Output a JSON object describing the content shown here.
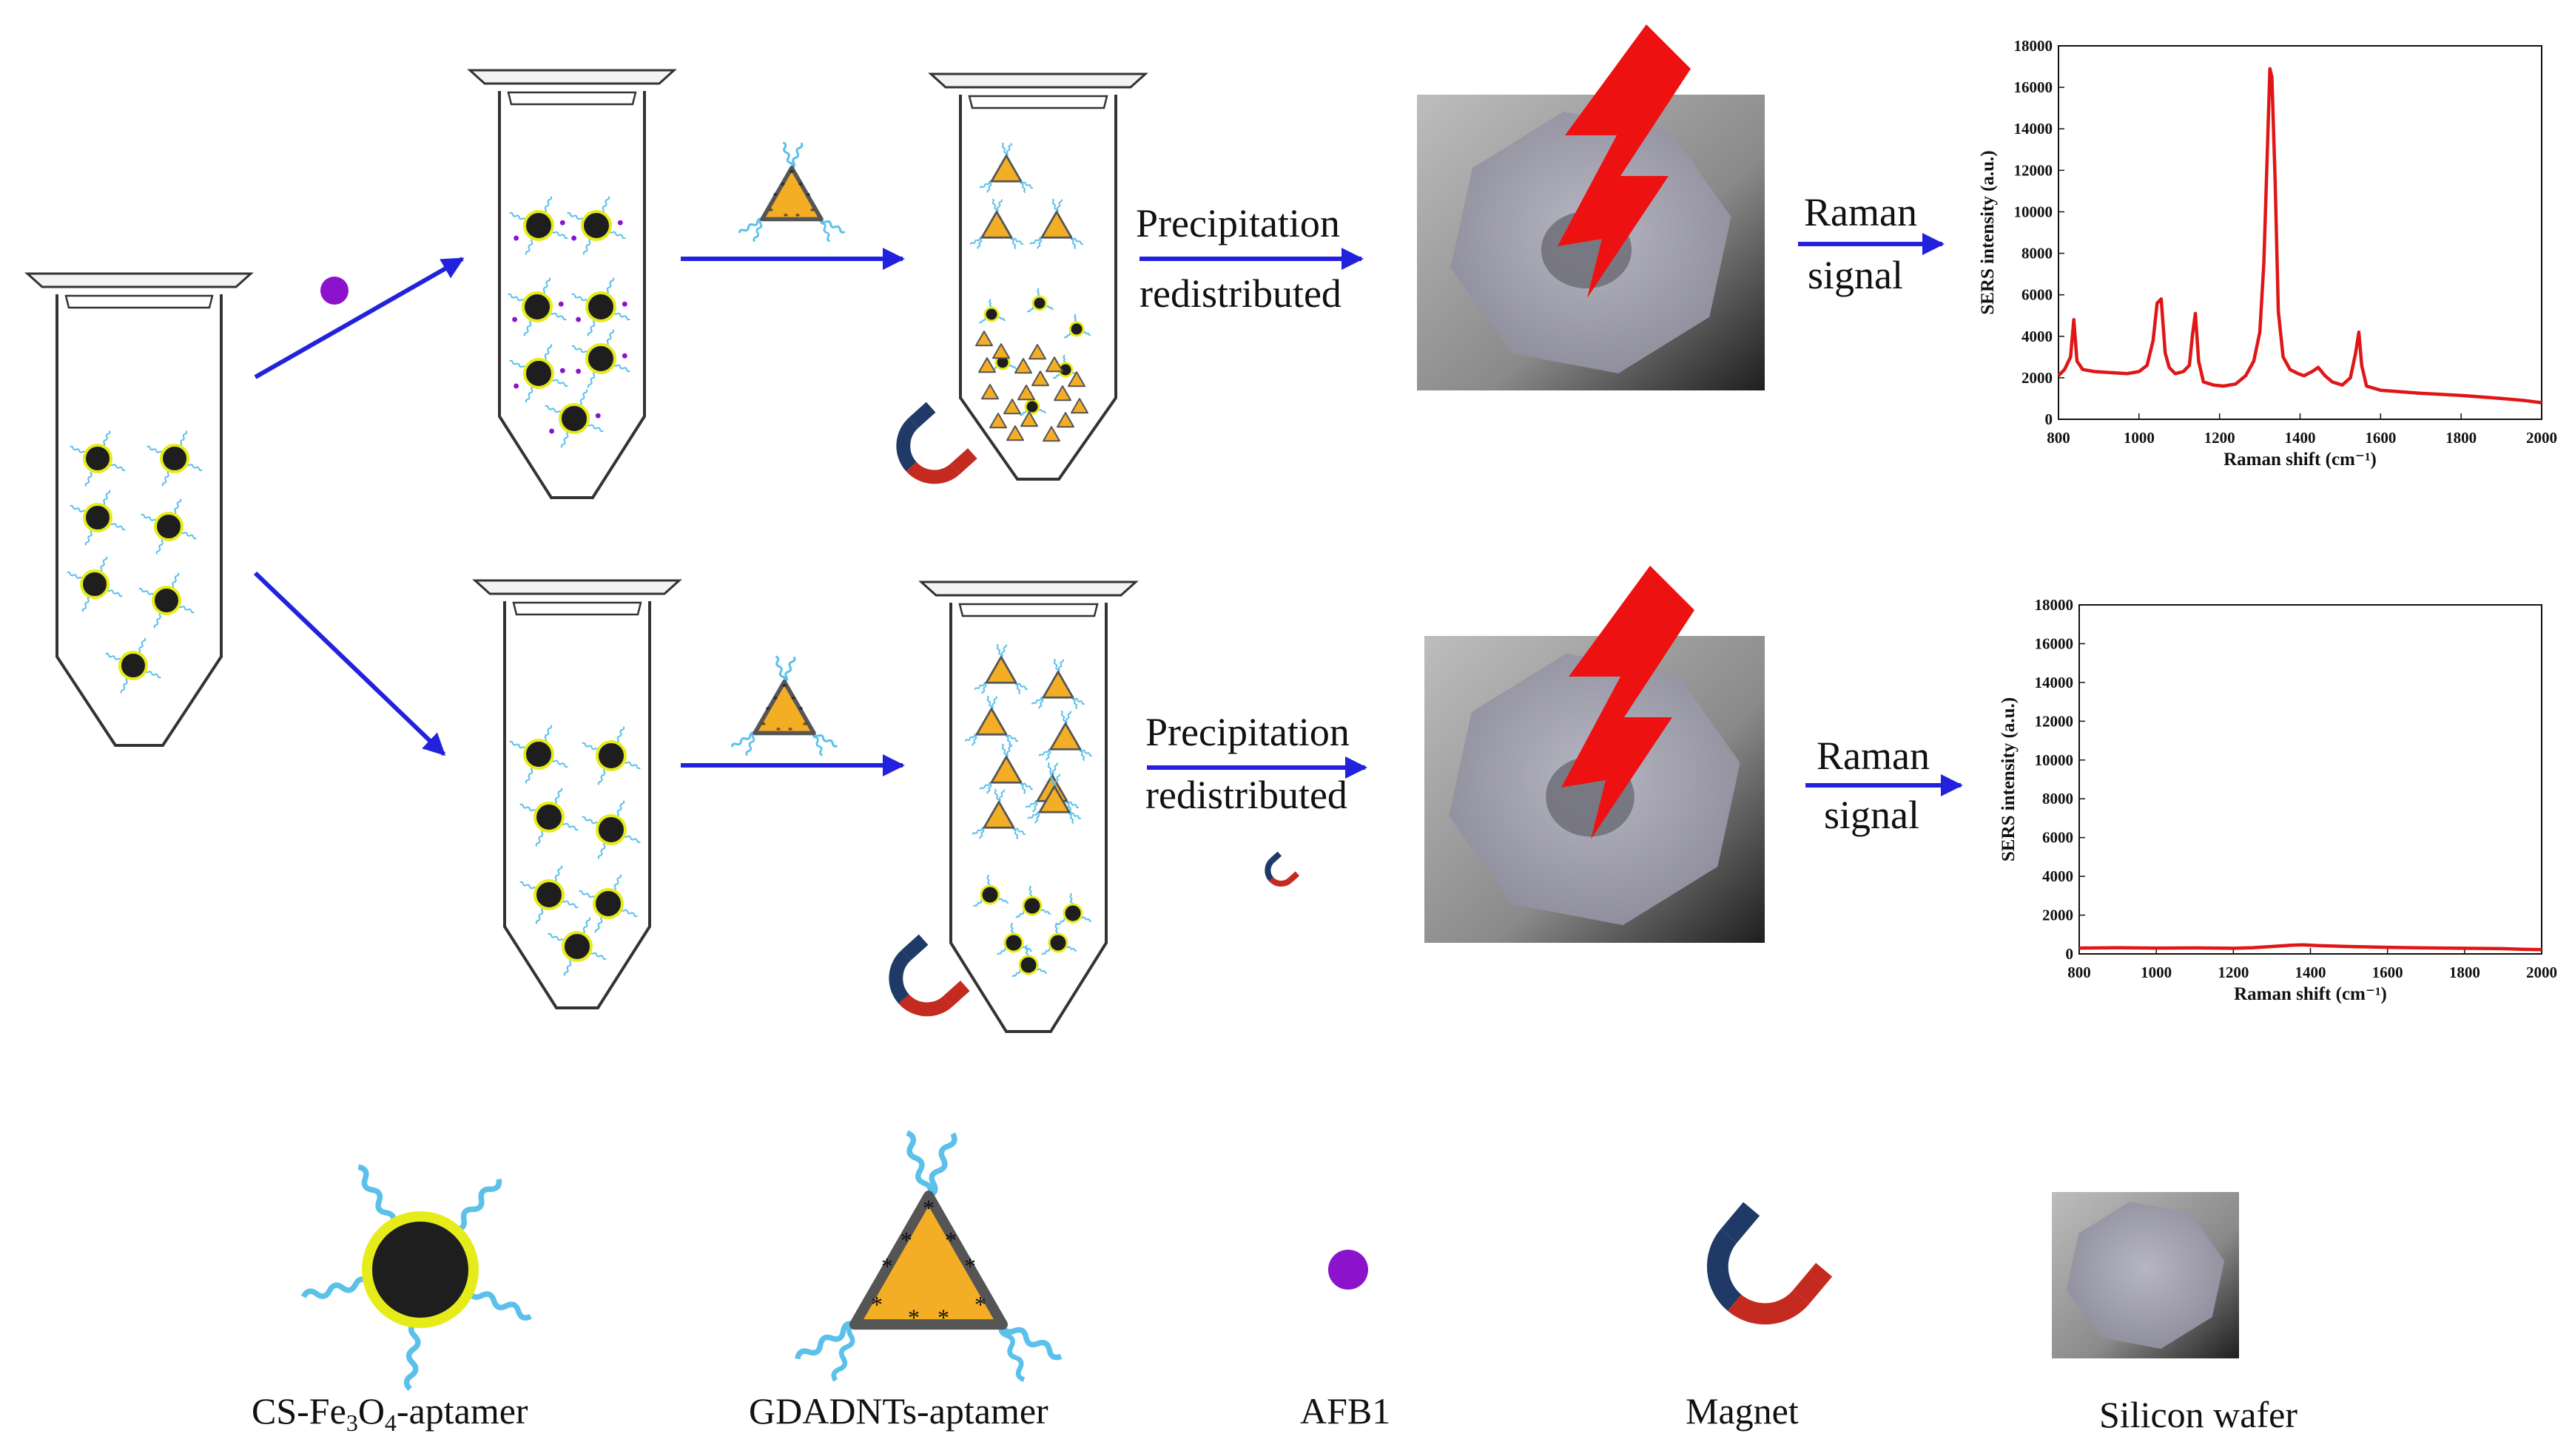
{
  "labels": {
    "precipitation": "Precipitation",
    "redistributed": "redistributed",
    "raman": "Raman",
    "signal": "signal"
  },
  "legend": [
    {
      "id": "cs-fe3o4-aptamer",
      "parts": [
        "CS-Fe",
        "3",
        "O",
        "4",
        "-aptamer"
      ]
    },
    {
      "id": "gdadnts-aptamer",
      "label": "GDADNTs-aptamer"
    },
    {
      "id": "afb1",
      "label": "AFB1"
    },
    {
      "id": "magnet",
      "label": "Magnet"
    },
    {
      "id": "silicon-wafer",
      "label": "Silicon wafer"
    }
  ],
  "colors": {
    "arrow": "#2222dd",
    "particle_core": "#1e1e1e",
    "particle_shell": "#e6ec1a",
    "aptamer_strand": "#5bc0ea",
    "triangle_fill": "#f4ae25",
    "triangle_edge": "#555555",
    "raman_reporter": "#e51c1c",
    "afb1": "#8c12cc",
    "magnet_blue": "#1f3a66",
    "magnet_red": "#c42a20",
    "lightning": "#ee1111",
    "spectrum": "#e01616",
    "wafer": "#9b9aa8"
  },
  "icons": [
    "lightning-icon",
    "magnet-icon",
    "silicon-wafer-icon",
    "afb1-dot-icon"
  ],
  "chart_data": [
    {
      "type": "line",
      "panel": "with-afb1",
      "xlabel": "Raman shift (cm⁻¹)",
      "ylabel": "SERS intensity (a.u.)",
      "xlim": [
        800,
        2000
      ],
      "ylim": [
        0,
        18000
      ],
      "xticks": [
        800,
        1000,
        1200,
        1400,
        1600,
        1800,
        2000
      ],
      "yticks": [
        0,
        2000,
        4000,
        6000,
        8000,
        10000,
        12000,
        14000,
        16000,
        18000
      ],
      "series": [
        {
          "x": [
            800,
            815,
            830,
            838,
            846,
            860,
            890,
            930,
            970,
            1000,
            1020,
            1035,
            1045,
            1055,
            1065,
            1075,
            1090,
            1110,
            1125,
            1133,
            1140,
            1148,
            1160,
            1185,
            1210,
            1240,
            1265,
            1285,
            1300,
            1310,
            1318,
            1325,
            1330,
            1338,
            1346,
            1358,
            1375,
            1395,
            1410,
            1430,
            1445,
            1462,
            1480,
            1505,
            1525,
            1538,
            1546,
            1553,
            1565,
            1600,
            1700,
            1800,
            1900,
            1960,
            2000
          ],
          "y": [
            2100,
            2400,
            3000,
            4800,
            2800,
            2400,
            2300,
            2250,
            2200,
            2300,
            2600,
            3800,
            5600,
            5800,
            3200,
            2500,
            2200,
            2300,
            2600,
            4100,
            5100,
            2800,
            1800,
            1650,
            1600,
            1700,
            2100,
            2800,
            4200,
            7500,
            12500,
            16900,
            16500,
            11500,
            5200,
            3000,
            2400,
            2200,
            2100,
            2300,
            2500,
            2100,
            1800,
            1650,
            2000,
            3200,
            4200,
            2600,
            1600,
            1400,
            1250,
            1150,
            1000,
            900,
            800
          ]
        }
      ]
    },
    {
      "type": "line",
      "panel": "without-afb1",
      "xlabel": "Raman shift (cm⁻¹)",
      "ylabel": "SERS intensity (a.u.)",
      "xlim": [
        800,
        2000
      ],
      "ylim": [
        0,
        18000
      ],
      "xticks": [
        800,
        1000,
        1200,
        1400,
        1600,
        1800,
        2000
      ],
      "yticks": [
        0,
        2000,
        4000,
        6000,
        8000,
        10000,
        12000,
        14000,
        16000,
        18000
      ],
      "series": [
        {
          "x": [
            800,
            900,
            1000,
            1100,
            1200,
            1250,
            1300,
            1350,
            1380,
            1420,
            1500,
            1600,
            1700,
            1800,
            1900,
            1950,
            2000
          ],
          "y": [
            300,
            320,
            300,
            310,
            290,
            320,
            380,
            450,
            470,
            430,
            380,
            340,
            310,
            290,
            270,
            240,
            220
          ]
        }
      ]
    }
  ]
}
